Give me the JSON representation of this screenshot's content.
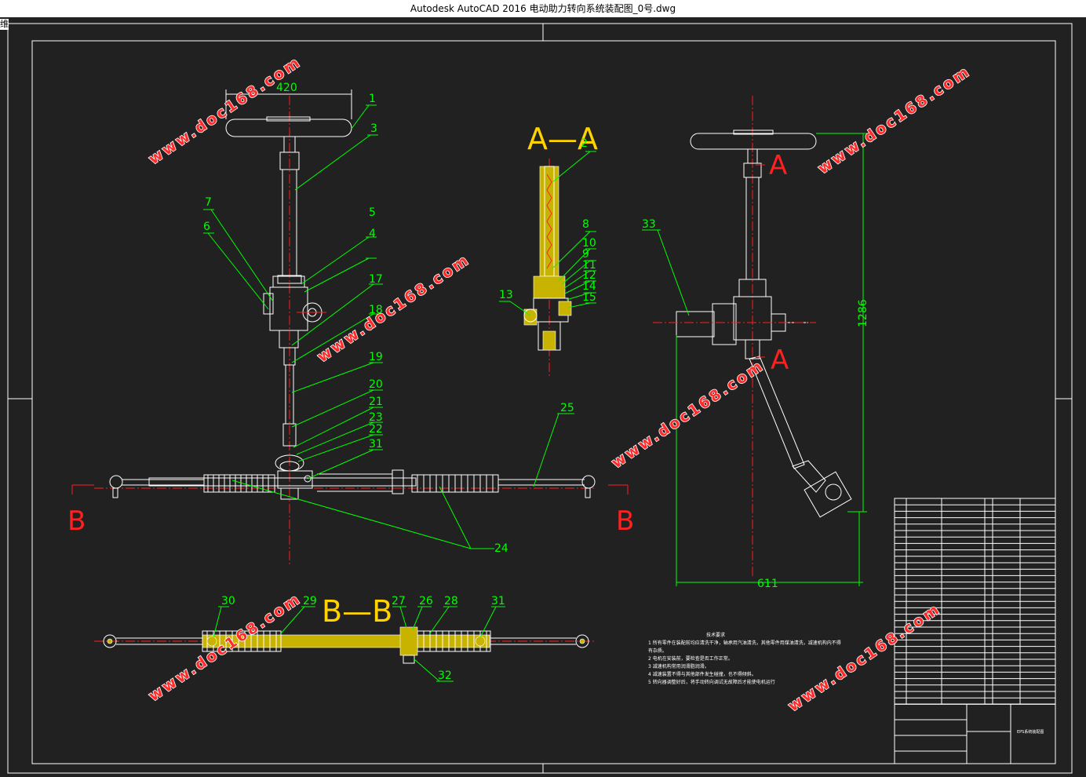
{
  "window": {
    "title": "Autodesk AutoCAD 2016     电动助力转向系统装配图_0号.dwg",
    "corner_label": "维"
  },
  "drawing": {
    "dimensions": {
      "wheel_width": "420",
      "height": "1286",
      "width": "611"
    },
    "section_labels": {
      "a": "A—A",
      "b": "B—B",
      "a_marker": "A",
      "b_marker": "B"
    },
    "watermark": "www.doc168.com",
    "part_numbers": [
      "1",
      "2",
      "3",
      "4",
      "5",
      "6",
      "7",
      "8",
      "9",
      "10",
      "11",
      "12",
      "13",
      "14",
      "15",
      "17",
      "18",
      "19",
      "20",
      "21",
      "22",
      "23",
      "24",
      "25",
      "26",
      "27",
      "28",
      "29",
      "30",
      "31",
      "32",
      "33"
    ],
    "tech_requirements": {
      "title": "技术要求",
      "lines": [
        "1  所有零件在装配前均应清洗干净，轴承用汽油清洗，其他零件用煤油清洗，减速机构内不得",
        "有杂质。",
        "2  电机在安装前，要检查是否工作正常。",
        "3  减速机构常用润滑脂润滑。",
        "4  减速装置不得与其他部件发生碰撞，也不得倾斜。",
        "5  转向器调整好后，将手动转向调试无故障后才能使电机运行"
      ]
    },
    "title_block": {
      "name": "EPS系统装配图"
    }
  },
  "colors": {
    "background": "#212121",
    "outline": "#ffffff",
    "leader": "#00ff00",
    "centerline": "#ff2020",
    "section_text": "#ffd200",
    "hatch": "#c8b400"
  }
}
